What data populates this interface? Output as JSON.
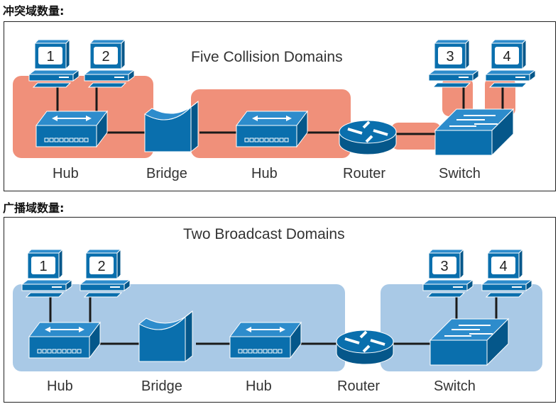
{
  "sections": [
    {
      "heading": "冲突域数量:",
      "title": "Five Collision Domains",
      "domain_color": "#f0907a",
      "labels": {
        "hub1": "Hub",
        "bridge": "Bridge",
        "hub2": "Hub",
        "router": "Router",
        "switch": "Switch"
      },
      "pcs": [
        "1",
        "2",
        "3",
        "4"
      ]
    },
    {
      "heading": "广播域数量:",
      "title": "Two Broadcast Domains",
      "domain_color": "#a9c9e6",
      "labels": {
        "hub1": "Hub",
        "bridge": "Bridge",
        "hub2": "Hub",
        "router": "Router",
        "switch": "Switch"
      },
      "pcs": [
        "1",
        "2",
        "3",
        "4"
      ]
    }
  ],
  "colors": {
    "device": "#0a6fad",
    "device_light": "#1b84c4",
    "line": "#1a1a1a"
  }
}
